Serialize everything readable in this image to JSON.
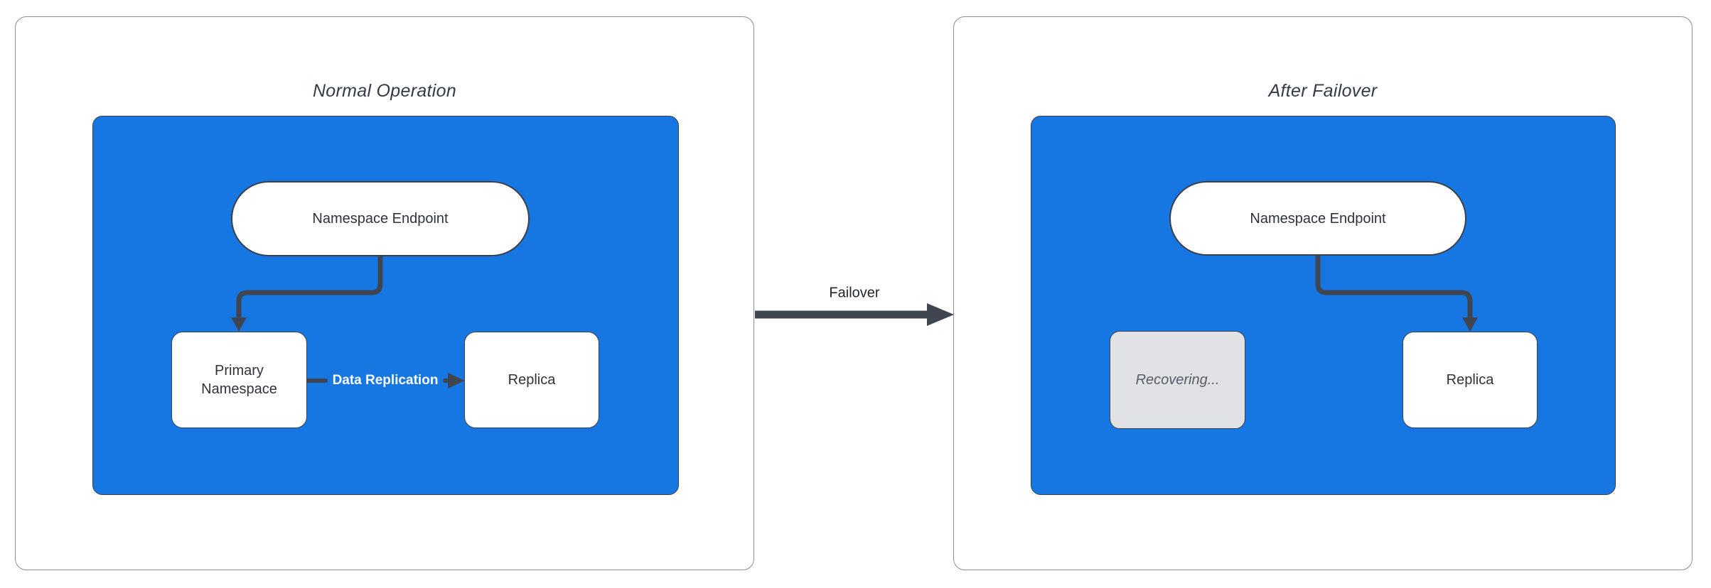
{
  "panels": [
    {
      "title": "Normal Operation",
      "nodes": {
        "endpoint": "Namespace Endpoint",
        "primary": "Primary Namespace",
        "replica": "Replica"
      },
      "edges": {
        "replication_label": "Data Replication"
      }
    },
    {
      "title": "After Failover",
      "nodes": {
        "endpoint": "Namespace Endpoint",
        "recovering": "Recovering...",
        "replica": "Replica"
      }
    }
  ],
  "transition": {
    "label": "Failover"
  },
  "colors": {
    "cluster_blue": "#1677e3",
    "connector_dark": "#3f4651",
    "shape_border": "#3a414b",
    "panel_border_gray": "#8f8f8f",
    "node_fill_white": "#ffffff",
    "recovering_fill_gray": "#e0e2e6",
    "recovering_text_gray": "#565d68",
    "title_text": "#343b46",
    "node_text": "#2e333b",
    "replication_label_text": "#ffffff"
  }
}
